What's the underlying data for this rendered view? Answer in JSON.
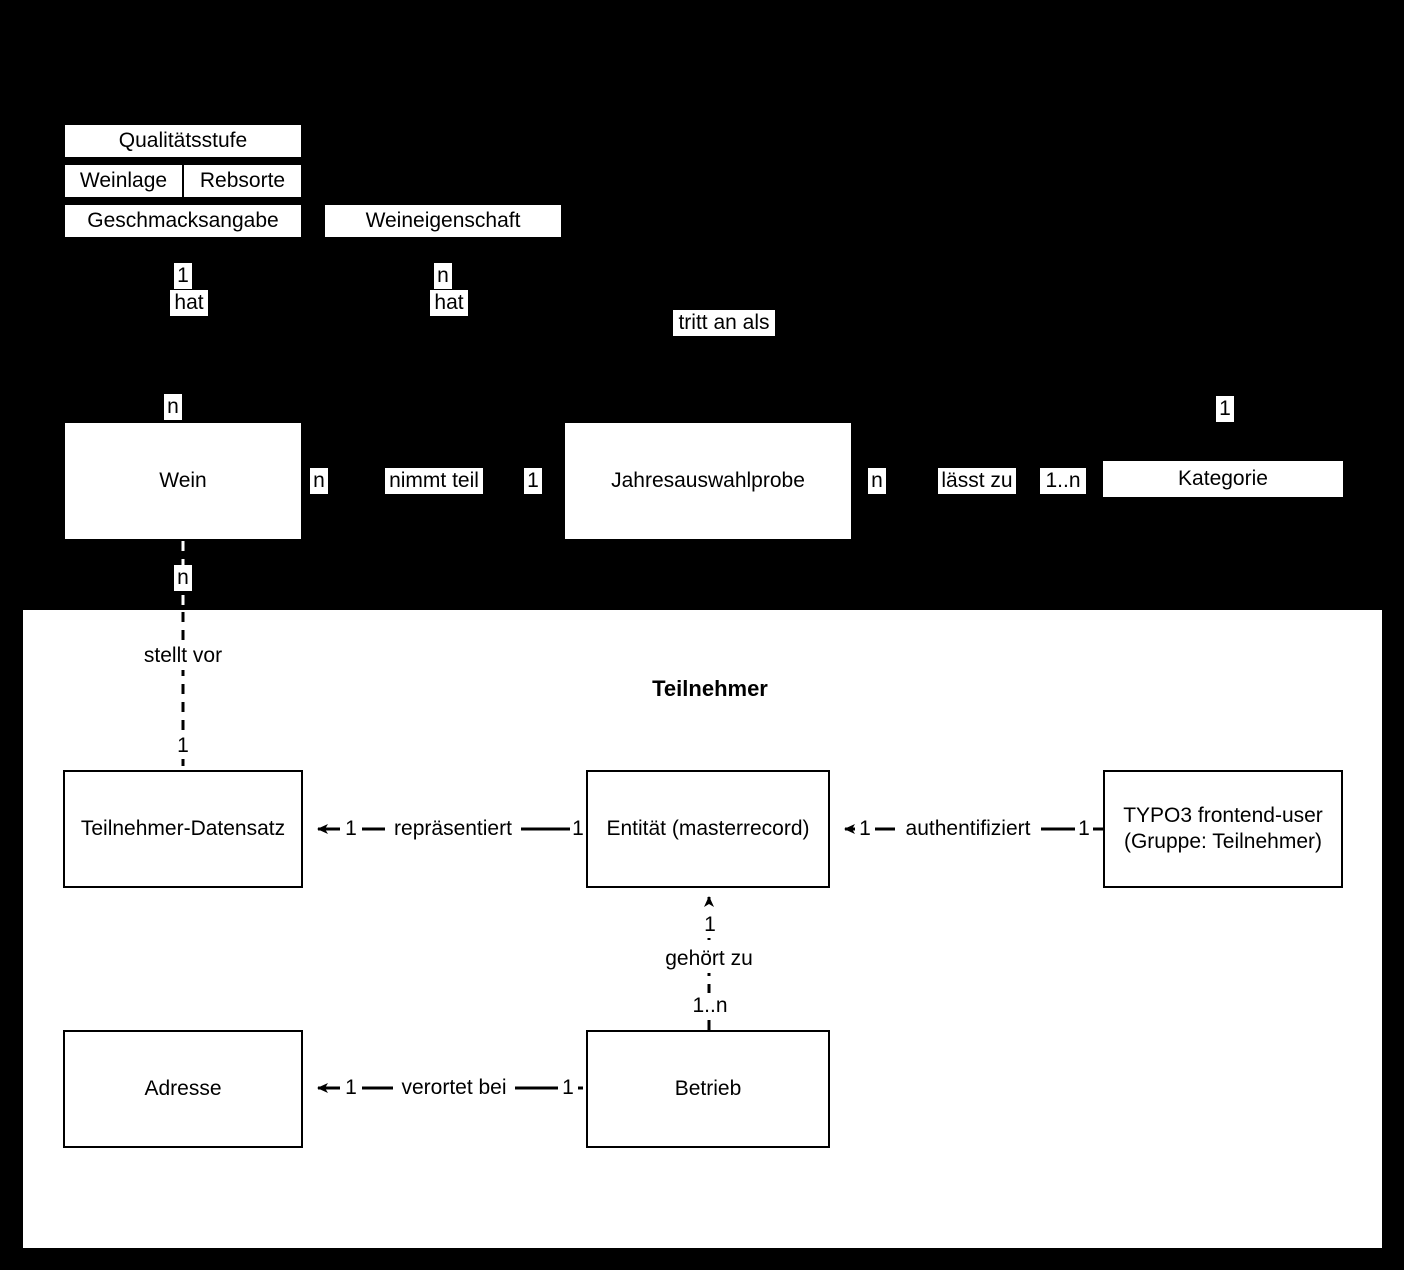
{
  "diagram": {
    "title_label": "Teilnehmer",
    "background_color": "#000000",
    "panel_color": "#ffffff",
    "line_color": "#000000"
  },
  "entities": {
    "qualitaetsstufe": "Qualitätsstufe",
    "weinlage": "Weinlage",
    "rebsorte": "Rebsorte",
    "geschmacksangabe": "Geschmacksangabe",
    "weineigenschaft": "Weineigenschaft",
    "wein": "Wein",
    "jahresauswahlprobe": "Jahresauswahlprobe",
    "kategorie": "Kategorie",
    "teilnehmer_datensatz": "Teilnehmer-Datensatz",
    "entitaet": "Entität (masterrecord)",
    "typo3_line1": "TYPO3 frontend-user",
    "typo3_line2": "(Gruppe: Teilnehmer)",
    "adresse": "Adresse",
    "betrieb": "Betrieb"
  },
  "relationships": {
    "hat_left": "hat",
    "hat_right": "hat",
    "tritt_an_als": "tritt an als",
    "nimmt_teil": "nimmt teil",
    "laesst_zu": "lässt zu",
    "stellt_vor": "stellt vor",
    "repraesentiert": "repräsentiert",
    "authentifiziert": "authentifiziert",
    "gehoert_zu": "gehört zu",
    "verortet_bei": "verortet bei"
  },
  "cardinalities": {
    "qualitaetsstufe_hat": "1",
    "weineigenschaft_hat": "n",
    "wein_top": "n",
    "wein_right": "n",
    "jahresauswahlprobe_left": "1",
    "jahresauswahlprobe_right": "n",
    "kategorie_left": "1..n",
    "kategorie_top": "1",
    "wein_bottom": "n",
    "teilnehmer_datensatz_top": "1",
    "teilnehmer_datensatz_right": "1",
    "entitaet_left": "1",
    "entitaet_right": "1",
    "entitaet_bottom": "1",
    "typo3_left": "1",
    "betrieb_top": "1..n",
    "betrieb_left": "1",
    "adresse_right": "1"
  }
}
